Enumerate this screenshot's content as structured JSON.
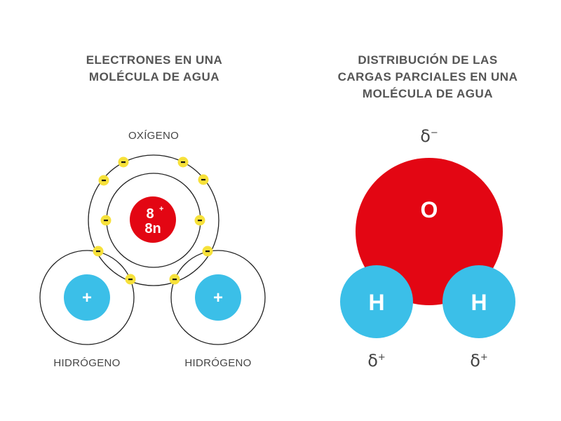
{
  "left": {
    "title_line1": "ELECTRONES EN UNA",
    "title_line2": "MOLÉCULA DE AGUA",
    "oxygen_label": "OXÍGENO",
    "hydrogen_left_label": "HIDRÓGENO",
    "hydrogen_right_label": "HIDRÓGENO",
    "oxygen_protons": "8",
    "oxygen_protons_sign": "+",
    "oxygen_neutrons": "8n",
    "hydrogen_nucleus": "+",
    "electron_sign": "-"
  },
  "right": {
    "title_line1": "DISTRIBUCIÓN DE LAS",
    "title_line2": "CARGAS PARCIALES EN UNA",
    "title_line3": "MOLÉCULA DE AGUA",
    "oxygen": "O",
    "hydrogen_left": "H",
    "hydrogen_right": "H",
    "delta": "δ",
    "minus": "−",
    "plus": "+"
  },
  "colors": {
    "oxygen": "#e30613",
    "hydrogen": "#3bbfe8",
    "electron": "#f7e13a",
    "text": "#555555"
  }
}
